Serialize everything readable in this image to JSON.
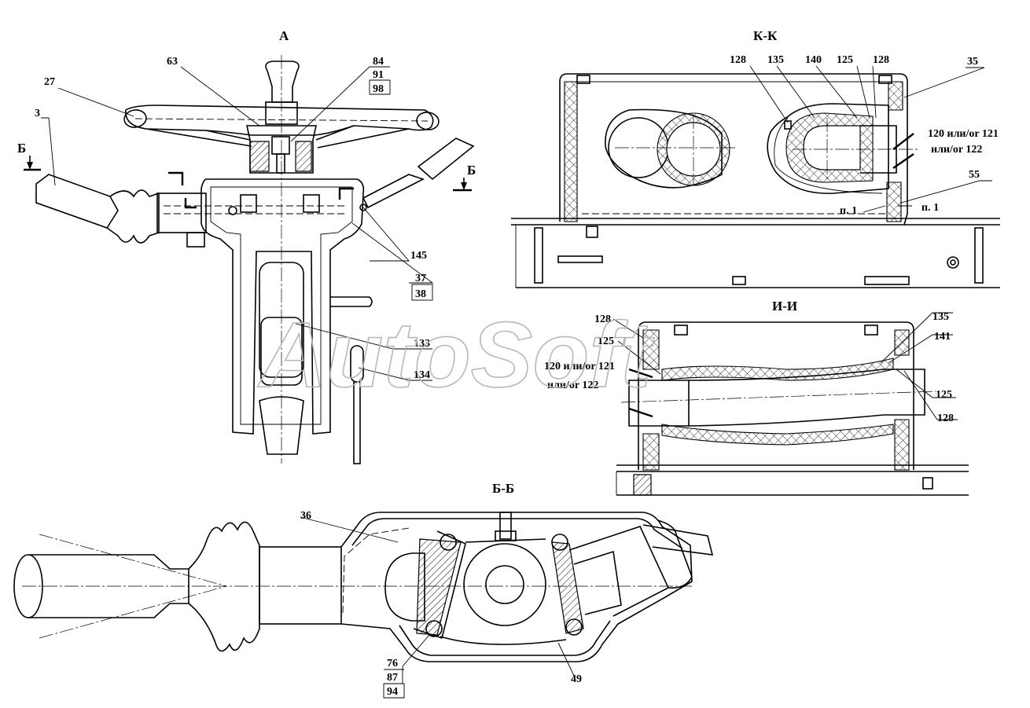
{
  "views": {
    "a": {
      "title": "А"
    },
    "kk": {
      "title": "К-К"
    },
    "ii": {
      "title": "И-И"
    },
    "bb": {
      "title": "Б-Б"
    }
  },
  "section_markers": {
    "left": "Б",
    "right": "Б"
  },
  "labels": {
    "a": [
      "27",
      "3",
      "63",
      "84",
      "91",
      "98",
      "145",
      "37",
      "38",
      "133",
      "134"
    ],
    "kk": [
      "128",
      "135",
      "140",
      "125",
      "128",
      "35",
      "120 или/or 121",
      "или/or 122",
      "55",
      "п. 1",
      "п. 1"
    ],
    "ii": [
      "128",
      "125",
      "120 или/or 121",
      "или/or 122",
      "135",
      "141",
      "125",
      "128"
    ],
    "bb": [
      "36",
      "76",
      "87",
      "94",
      "49"
    ]
  },
  "watermark": "AutoSoft"
}
